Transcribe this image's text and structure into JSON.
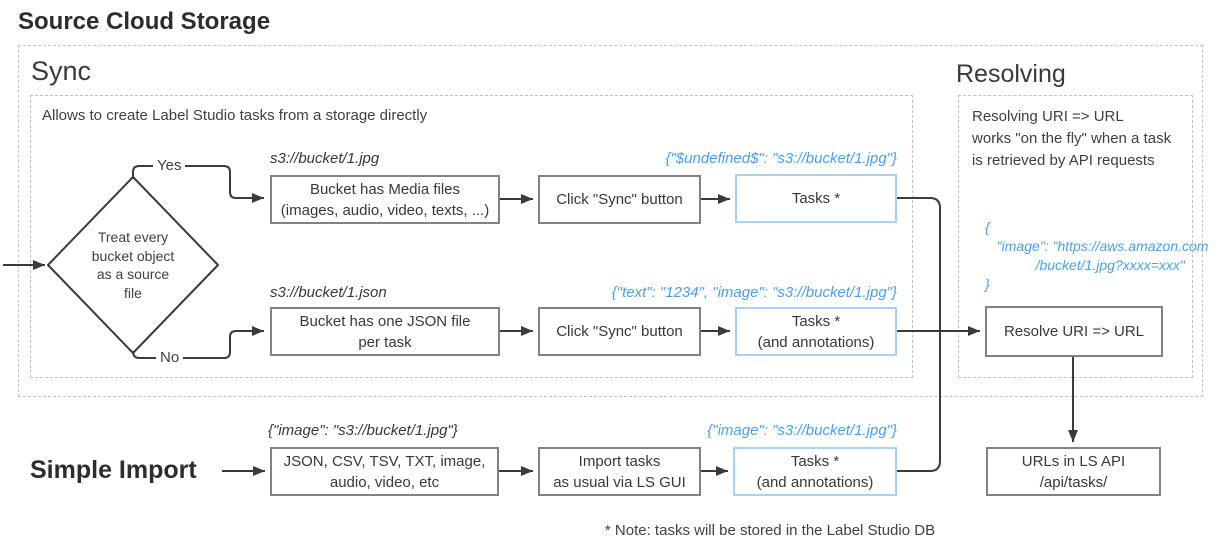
{
  "title": "Source Cloud Storage",
  "footnote": "* Note: tasks will be stored in the Label Studio DB",
  "sync": {
    "heading": "Sync",
    "description": "Allows to create Label Studio tasks from a storage directly",
    "decision_text": "Treat every\nbucket object\nas a source\nfile",
    "yes_label": "Yes",
    "no_label": "No",
    "row_media": {
      "source_label": "s3://bucket/1.jpg",
      "json_preview": "{\"$undefined$\": \"s3://bucket/1.jpg\"}",
      "box_bucket": "Bucket has Media files\n(images, audio, video, texts, ...)",
      "box_action": "Click \"Sync\" button",
      "box_result": "Tasks *"
    },
    "row_json": {
      "source_label": "s3://bucket/1.json",
      "json_preview": "{\"text\": \"1234\", \"image\": \"s3://bucket/1.jpg\"}",
      "box_bucket": "Bucket has one JSON file\nper task",
      "box_action": "Click \"Sync\" button",
      "box_result": "Tasks *\n(and annotations)"
    }
  },
  "simple_import": {
    "heading": "Simple Import",
    "source_label": "{\"image\": \"s3://bucket/1.jpg\"}",
    "json_preview": "{\"image\": \"s3://bucket/1.jpg\"}",
    "box_formats": "JSON, CSV, TSV, TXT, image,\naudio, video, etc",
    "box_action": "Import tasks\nas usual via LS GUI",
    "box_result": "Tasks *\n(and annotations)"
  },
  "resolving": {
    "heading": "Resolving",
    "description": "Resolving URI => URL\nworks \"on the fly\" when a task\nis retrieved by API requests",
    "json_preview": "{\n   \"image\": \"https://aws.amazon.com\n             /bucket/1.jpg?xxxx=xxx\"\n}",
    "box_resolve": "Resolve URI => URL",
    "box_urls": "URLs in LS API\n/api/tasks/"
  },
  "colors": {
    "blue_text": "#4a9fe8",
    "blue_border": "#a9d2f2",
    "line": "#3b3b3b",
    "box_border": "#828282",
    "dashed_border": "#c2c2c2"
  }
}
